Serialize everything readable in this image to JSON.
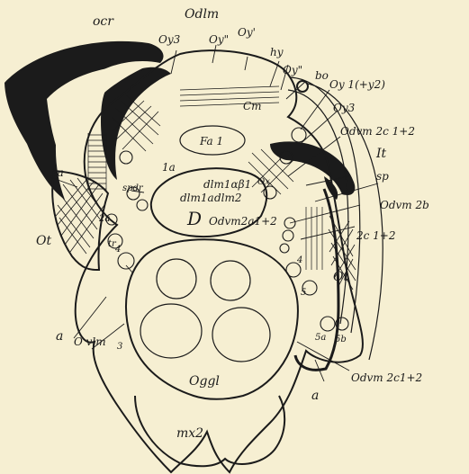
{
  "labels": {
    "ocr": "ocr",
    "odlm": "Odlm",
    "oy3_top": "Oy3",
    "oy_dprime_top": "Oy\"",
    "oy_prime": "Oy'",
    "hy": "hy",
    "oy_dprime_right": "Oy\"",
    "bo": "bo",
    "oy1y2": "Oy 1(+y2)",
    "cm": "Cm",
    "oy3_right": "Oy3",
    "odvm2c12_top": "Odvm 2c 1+2",
    "fa1": "Fa 1",
    "it": "It",
    "sp": "sp",
    "one_a_left": "1a",
    "one_a_mid": "1a",
    "ox": "Ox",
    "odvm2b": "Odvm 2b",
    "ot_left": "Ot",
    "spdr": "spdr",
    "dlm1ab1": "dlm1αβ1",
    "dlm1a": "dlm1a",
    "dlm2": "dlm2",
    "two_c12": "2c 1+2",
    "d_big": "D",
    "two_a": "2a",
    "tr": "tr",
    "odvm2a12": "Odvm2a1+2",
    "four_left": "4",
    "four_right": "4",
    "ot_right": "Ot",
    "a_left": "a",
    "ovlm": "O vlm",
    "three": "3",
    "five": "5",
    "five_a": "5a",
    "five_b": "5b",
    "odvm2c12_bottom": "Odvm 2c1+2",
    "a_right": "a",
    "oggl": "Oggl",
    "mx2": "mx2"
  },
  "colors": {
    "ink": "#1b1b1b",
    "paper": "#f6efd2"
  }
}
